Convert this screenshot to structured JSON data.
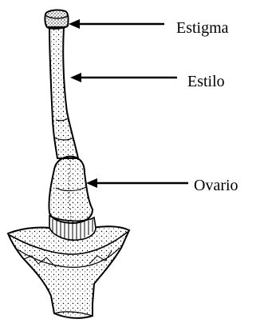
{
  "labels": {
    "estigma": "Estigma",
    "estilo": "Estilo",
    "ovario": "Ovario"
  },
  "colors": {
    "ink": "#000000",
    "paper": "#ffffff"
  }
}
